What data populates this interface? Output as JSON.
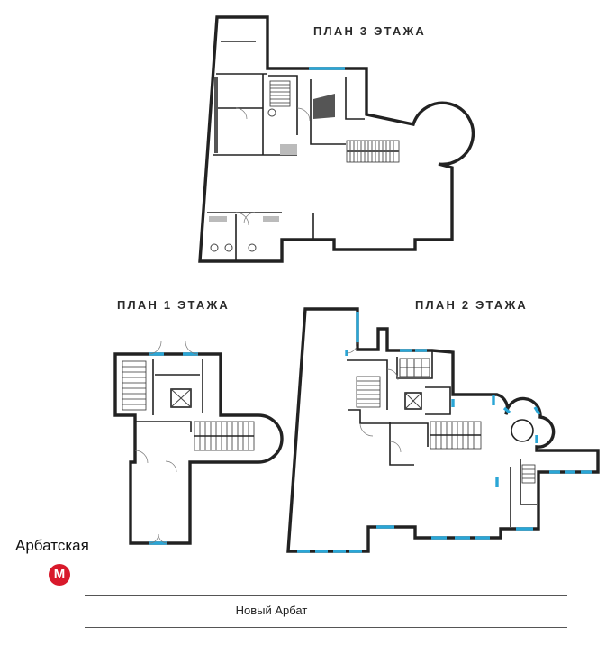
{
  "floor_plans": {
    "floor3_title": "ПЛАН 3 ЭТАЖА",
    "floor1_title": "ПЛАН 1 ЭТАЖА",
    "floor2_title": "ПЛАН 2 ЭТАЖА"
  },
  "location": {
    "metro_station": "Арбатская",
    "metro_icon_letter": "М",
    "street_name": "Новый Арбат"
  },
  "colors": {
    "wall": "#222222",
    "window": "#2aa6d6",
    "metro_red": "#d8192b"
  },
  "icons": [
    "metro-icon",
    "staircase-icon",
    "elevator-icon",
    "door-icon",
    "window-icon",
    "toilet-icon"
  ]
}
